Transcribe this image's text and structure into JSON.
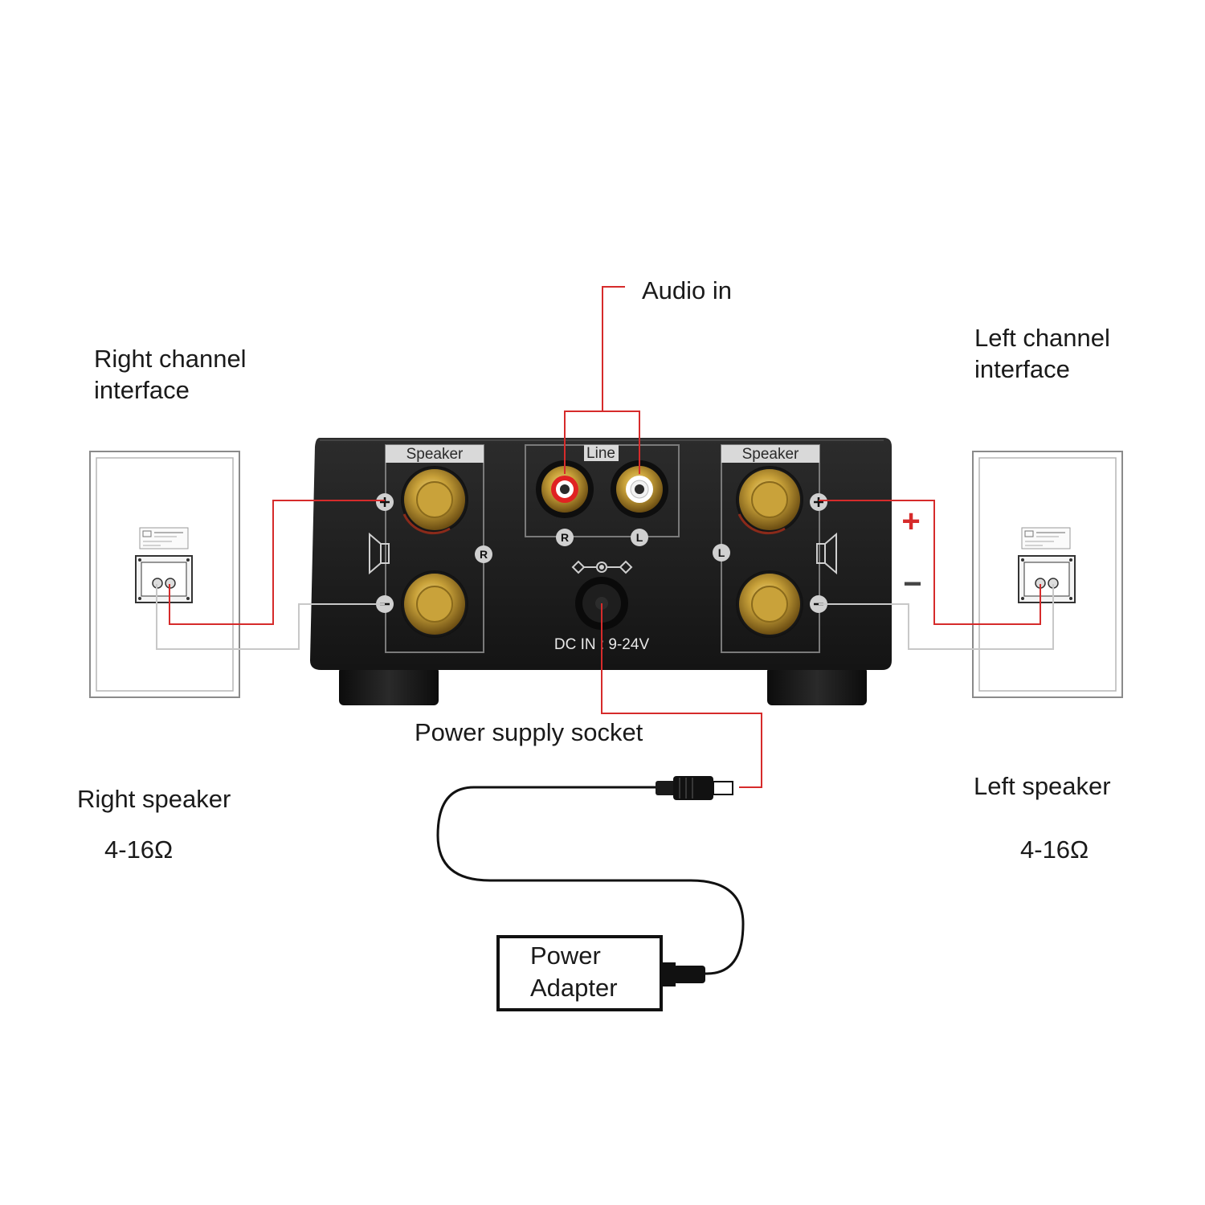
{
  "callouts": {
    "audio_in": "Audio in",
    "right_channel_line1": "Right channel",
    "right_channel_line2": "interface",
    "left_channel_line1": "Left channel",
    "left_channel_line2": "interface",
    "power_supply_socket": "Power supply socket",
    "right_speaker": "Right speaker",
    "right_impedance": "4-16Ω",
    "left_speaker": "Left speaker",
    "left_impedance": "4-16Ω"
  },
  "amplifier": {
    "speaker_left_tab": "Speaker",
    "speaker_right_tab": "Speaker",
    "line_tab": "Line",
    "rca_r_label": "R",
    "rca_l_label": "L",
    "channel_r_label": "R",
    "channel_l_label": "L",
    "dc_in_label": "DC IN : 9-24V"
  },
  "polarity": {
    "plus": "+",
    "minus": "−"
  },
  "adapter": {
    "line1": "Power",
    "line2": "Adapter"
  },
  "colors": {
    "wire_positive": "#d62b2b",
    "wire_negative": "#c8c8c8",
    "amp_body": "#1b1b1b",
    "gold": "#c8a238"
  }
}
